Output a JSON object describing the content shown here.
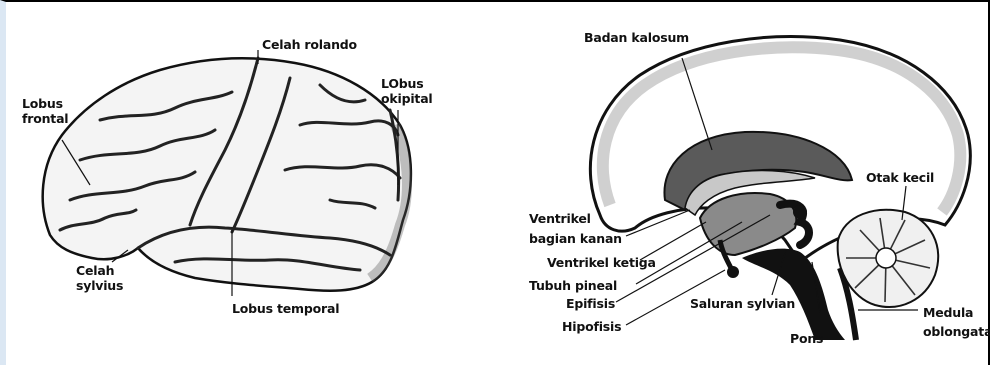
{
  "left_diagram": {
    "labels": {
      "celah_rolando": "Celah rolando",
      "lobus_frontal": "Lobus\nfrontal",
      "lobus_okipital": "LObus\nokipital",
      "celah_sylvius": "Celah\nsylvius",
      "lobus_temporal": "Lobus temporal"
    }
  },
  "right_diagram": {
    "labels": {
      "badan_kalosum": "Badan kalosum",
      "otak_kecil": "Otak kecil",
      "ventrikel_kanan": "Ventrikel\nbagian kanan",
      "ventrikel_ketiga": "Ventrikel ketiga",
      "tubuh_pineal": "Tubuh pineal",
      "epifisis": "Epifisis",
      "saluran_sylvian": "Saluran sylvian",
      "hipofisis": "Hipofisis",
      "pons": "Pons",
      "medula": "Medula\noblongata"
    }
  }
}
